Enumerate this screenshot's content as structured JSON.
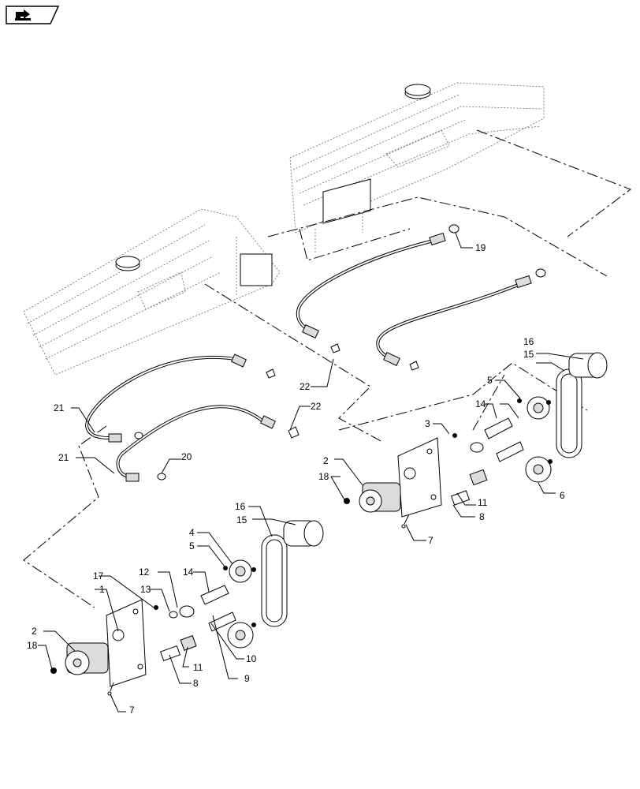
{
  "nav": {
    "icon": "forward-arrow-icon"
  },
  "callouts": {
    "c1": "1",
    "c2a": "2",
    "c2b": "2",
    "c3": "3",
    "c4": "4",
    "c5a": "5",
    "c5b": "5",
    "c6": "6",
    "c7a": "7",
    "c7b": "7",
    "c8a": "8",
    "c8b": "8",
    "c9": "9",
    "c10": "10",
    "c11a": "11",
    "c11b": "11",
    "c12": "12",
    "c13": "13",
    "c14a": "14",
    "c14b": "14",
    "c15a": "15",
    "c15b": "15",
    "c16a": "16",
    "c16b": "16",
    "c17": "17",
    "c18a": "18",
    "c18b": "18",
    "c19": "19",
    "c20": "20",
    "c21a": "21",
    "c21b": "21",
    "c22a": "22",
    "c22b": "22"
  }
}
